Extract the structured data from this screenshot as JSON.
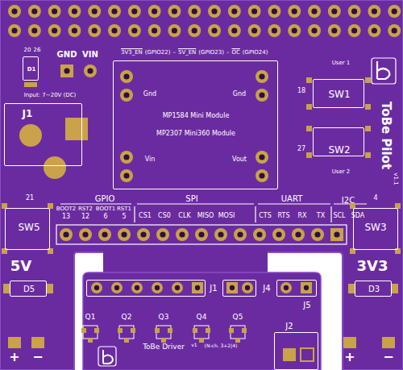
{
  "diagram": {
    "nodes": [
      {
        "text": [
          "Gnd",
          "Gnd",
          "Vin",
          "Vout",
          "MP1584 Mini Module",
          "MP2307 Mini360 Module"
        ]
      },
      {
        "text": [
          "J1"
        ]
      },
      {
        "text": [
          "D1"
        ]
      },
      {
        "text": [
          "SW1"
        ]
      },
      {
        "text": [
          "SW2"
        ]
      },
      {
        "text": [
          "SW5"
        ]
      },
      {
        "text": [
          "SW3"
        ]
      },
      {
        "text": [
          "D5"
        ]
      },
      {
        "text": [
          "D3"
        ]
      },
      {
        "text": [
          "ToBe Driver",
          "v1",
          "(N-ch. 3+2|4)"
        ]
      },
      {
        "text": [
          "J1"
        ],
        "in": 9
      },
      {
        "text": [
          "J4"
        ],
        "in": 9
      },
      {
        "text": [
          "J5"
        ],
        "in": 9
      },
      {
        "text": [
          "J2"
        ],
        "in": 9
      }
    ],
    "labels": [
      "20",
      "26",
      "GND",
      "VIN",
      "Input: 7~20V (DC)",
      "3V3_EN",
      "(GPIO22)",
      "–",
      "5V_EN",
      "(GPIO23)",
      "–",
      "OC",
      "(GPIO24)",
      "User 1",
      "18",
      "27",
      "User 2",
      "ToBe Pilot",
      "v1.1",
      "21",
      "4",
      "GPIO",
      "BOOT2",
      "RST2",
      "BOOT1",
      "RST1",
      "13",
      "12",
      "6",
      "5",
      "SPI",
      "CS1",
      "CS0",
      "CLK",
      "MISO",
      "MOSI",
      "UART",
      "CTS",
      "RTS",
      "RX",
      "TX",
      "I2C",
      "SCL",
      "SDA",
      "5V",
      "3V3",
      "+",
      "−",
      "+",
      "−",
      "Q1",
      "Q2",
      "Q3",
      "Q4",
      "Q5"
    ]
  }
}
